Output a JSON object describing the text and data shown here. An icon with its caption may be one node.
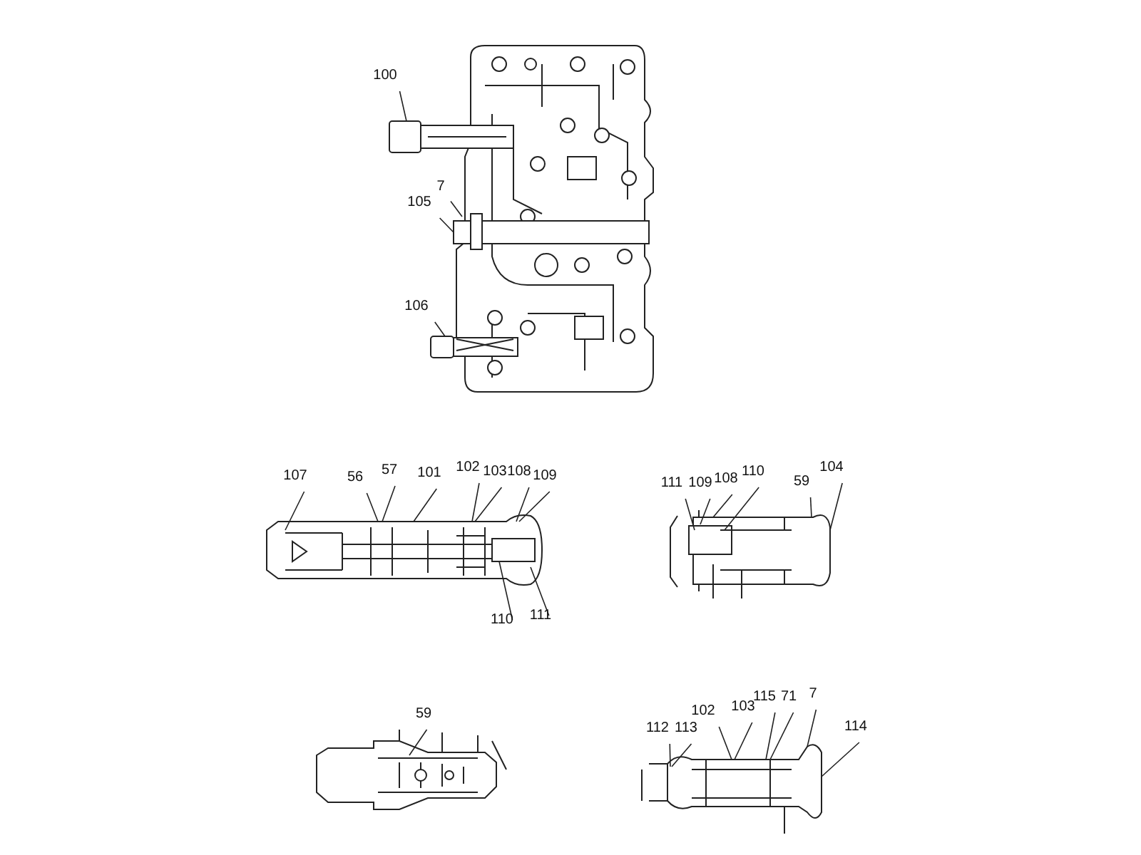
{
  "diagram": {
    "nodes": [
      {
        "text": [
          "100"
        ]
      },
      {
        "text": [
          "7"
        ]
      },
      {
        "text": [
          "105"
        ]
      },
      {
        "text": [
          "106"
        ]
      },
      {
        "text": [
          "107"
        ]
      },
      {
        "text": [
          "56"
        ]
      },
      {
        "text": [
          "57"
        ]
      },
      {
        "text": [
          "101"
        ]
      },
      {
        "text": [
          "102"
        ]
      },
      {
        "text": [
          "103"
        ]
      },
      {
        "text": [
          "108"
        ]
      },
      {
        "text": [
          "109"
        ]
      },
      {
        "text": [
          "110"
        ]
      },
      {
        "text": [
          "111"
        ]
      },
      {
        "text": [
          "111"
        ]
      },
      {
        "text": [
          "109"
        ]
      },
      {
        "text": [
          "108"
        ]
      },
      {
        "text": [
          "110"
        ]
      },
      {
        "text": [
          "59"
        ]
      },
      {
        "text": [
          "104"
        ]
      },
      {
        "text": [
          "59"
        ]
      },
      {
        "text": [
          "112"
        ]
      },
      {
        "text": [
          "113"
        ]
      },
      {
        "text": [
          "102"
        ]
      },
      {
        "text": [
          "103"
        ]
      },
      {
        "text": [
          "115"
        ]
      },
      {
        "text": [
          "71"
        ]
      },
      {
        "text": [
          "7"
        ]
      },
      {
        "text": [
          "114"
        ]
      },
      {
        "text": [],
        "shape": "picture"
      },
      {
        "text": [],
        "shape": "picture"
      },
      {
        "text": [],
        "shape": "picture"
      },
      {
        "text": [],
        "shape": "picture"
      },
      {
        "text": [],
        "shape": "picture"
      }
    ],
    "edges": [
      {
        "from": 0,
        "to": 29,
        "arrow": "none"
      },
      {
        "from": 1,
        "to": 29,
        "arrow": "none"
      },
      {
        "from": 2,
        "to": 29,
        "arrow": "none"
      },
      {
        "from": 3,
        "to": 29,
        "arrow": "none"
      },
      {
        "from": 4,
        "to": 30,
        "arrow": "none"
      },
      {
        "from": 5,
        "to": 30,
        "arrow": "none"
      },
      {
        "from": 6,
        "to": 30,
        "arrow": "none"
      },
      {
        "from": 7,
        "to": 30,
        "arrow": "none"
      },
      {
        "from": 8,
        "to": 30,
        "arrow": "none"
      },
      {
        "from": 9,
        "to": 30,
        "arrow": "none"
      },
      {
        "from": 10,
        "to": 30,
        "arrow": "none"
      },
      {
        "from": 11,
        "to": 30,
        "arrow": "none"
      },
      {
        "from": 12,
        "to": 30,
        "arrow": "none"
      },
      {
        "from": 13,
        "to": 30,
        "arrow": "none"
      },
      {
        "from": 14,
        "to": 31,
        "arrow": "none"
      },
      {
        "from": 15,
        "to": 31,
        "arrow": "none"
      },
      {
        "from": 16,
        "to": 31,
        "arrow": "none"
      },
      {
        "from": 17,
        "to": 31,
        "arrow": "none"
      },
      {
        "from": 18,
        "to": 31,
        "arrow": "none"
      },
      {
        "from": 19,
        "to": 31,
        "arrow": "none"
      },
      {
        "from": 20,
        "to": 32,
        "arrow": "none"
      },
      {
        "from": 21,
        "to": 33,
        "arrow": "none"
      },
      {
        "from": 22,
        "to": 33,
        "arrow": "none"
      },
      {
        "from": 23,
        "to": 33,
        "arrow": "none"
      },
      {
        "from": 24,
        "to": 33,
        "arrow": "none"
      },
      {
        "from": 25,
        "to": 33,
        "arrow": "none"
      },
      {
        "from": 26,
        "to": 33,
        "arrow": "none"
      },
      {
        "from": 27,
        "to": 33,
        "arrow": "none"
      },
      {
        "from": 28,
        "to": 33,
        "arrow": "none"
      }
    ]
  }
}
